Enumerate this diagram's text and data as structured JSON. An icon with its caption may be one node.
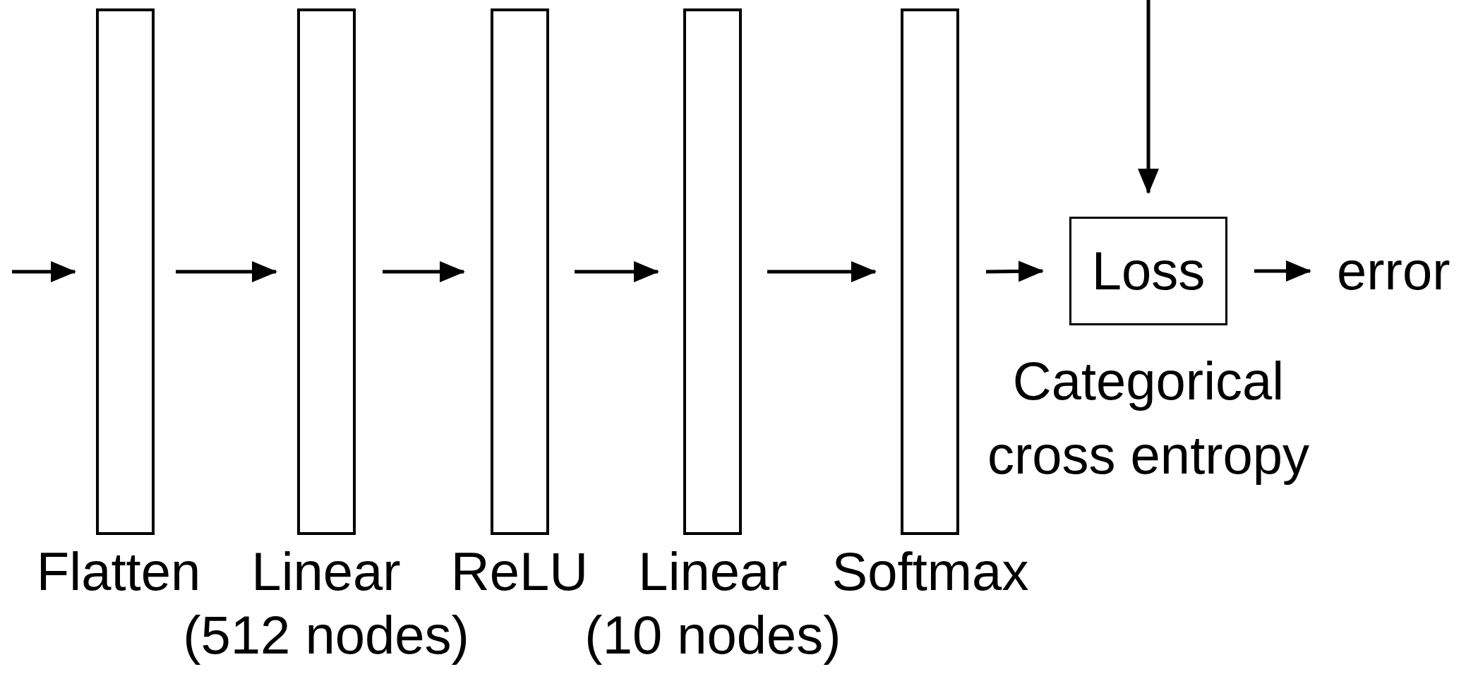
{
  "diagram": {
    "nodes": [
      {
        "text": [],
        "shape": "bar",
        "beside": [
          "Flatten"
        ]
      },
      {
        "text": [],
        "shape": "bar",
        "beside": [
          "Linear",
          "(512 nodes)"
        ]
      },
      {
        "text": [],
        "shape": "bar",
        "beside": [
          "ReLU"
        ]
      },
      {
        "text": [],
        "shape": "bar",
        "beside": [
          "Linear",
          "(10 nodes)"
        ]
      },
      {
        "text": [],
        "shape": "bar",
        "beside": [
          "Softmax"
        ]
      },
      {
        "text": [
          "Loss"
        ],
        "beside": [
          "Categorical cross entropy"
        ]
      },
      {
        "text": [
          "error"
        ]
      }
    ],
    "edges": [
      {
        "from": null,
        "to": 0,
        "arrow": "to"
      },
      {
        "from": 0,
        "to": 1,
        "arrow": "to"
      },
      {
        "from": 1,
        "to": 2,
        "arrow": "to"
      },
      {
        "from": 2,
        "to": 3,
        "arrow": "to"
      },
      {
        "from": 3,
        "to": 4,
        "arrow": "to"
      },
      {
        "from": 4,
        "to": 5,
        "arrow": "to"
      },
      {
        "from": null,
        "to": 5,
        "arrow": "to"
      },
      {
        "from": 5,
        "to": 6,
        "arrow": "to"
      }
    ]
  }
}
